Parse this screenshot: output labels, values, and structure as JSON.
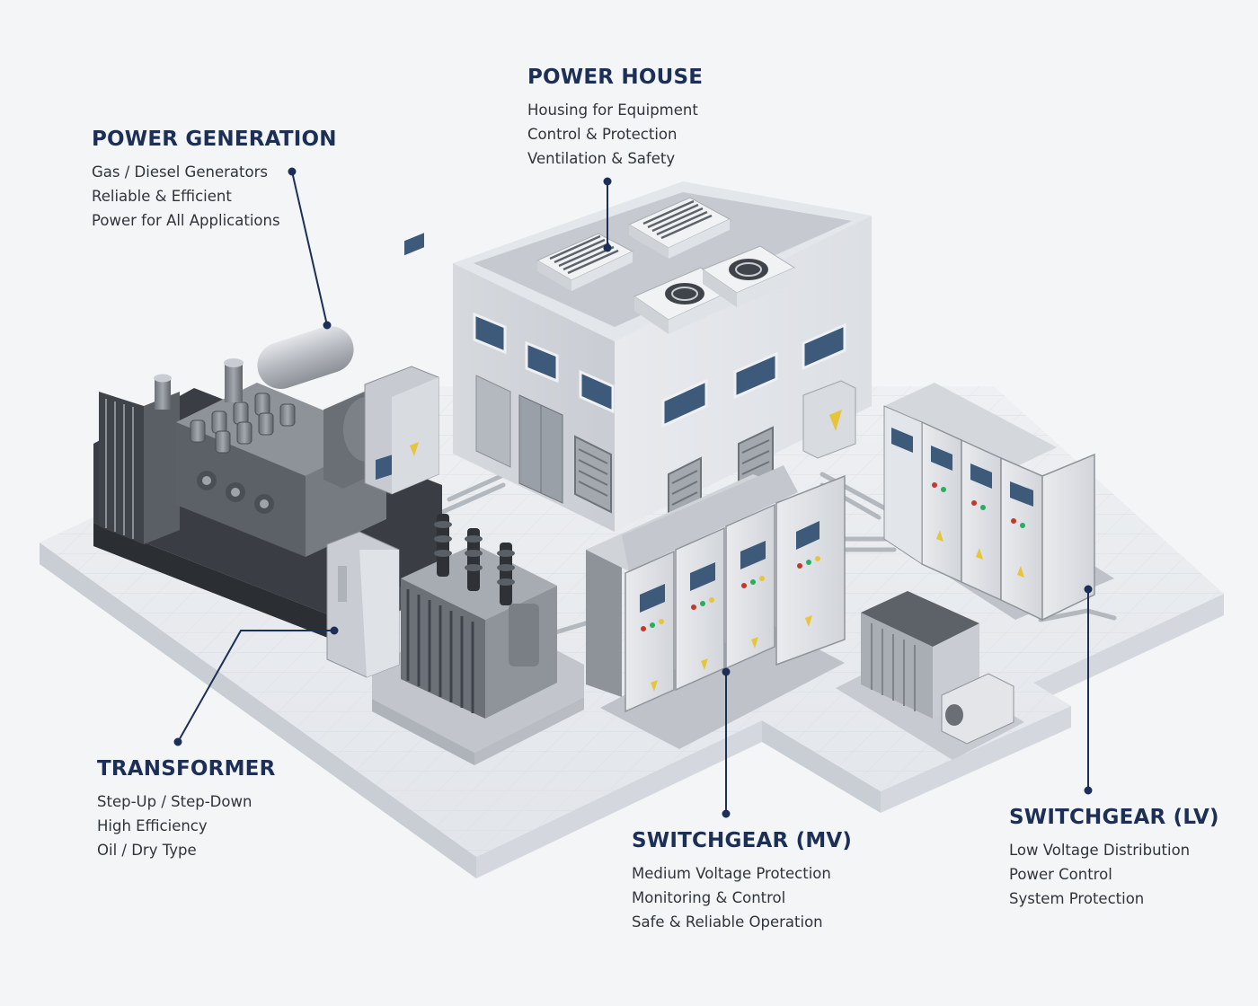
{
  "callouts": {
    "power_generation": {
      "title": "POWER GENERATION",
      "lines": [
        "Gas / Diesel Generators",
        "Reliable & Efficient",
        "Power for All Applications"
      ]
    },
    "power_house": {
      "title": "POWER HOUSE",
      "lines": [
        "Housing for Equipment",
        "Control & Protection",
        "Ventilation & Safety"
      ]
    },
    "transformer": {
      "title": "TRANSFORMER",
      "lines": [
        "Step-Up / Step-Down",
        "High Efficiency",
        "Oil / Dry Type"
      ]
    },
    "switchgear_mv": {
      "title": "SWITCHGEAR (MV)",
      "lines": [
        "Medium Voltage Protection",
        "Monitoring & Control",
        "Safe & Reliable Operation"
      ]
    },
    "switchgear_lv": {
      "title": "SWITCHGEAR (LV)",
      "lines": [
        "Low Voltage Distribution",
        "Power Control",
        "System Protection"
      ]
    }
  },
  "colors": {
    "heading": "#1c2f57",
    "body_text": "#2f343b",
    "leader_line": "#1c2f57",
    "background": "#f4f5f7",
    "platform": "#e4e7ec",
    "equipment": "#8b9097",
    "cabinet": "#dfe2e6",
    "window": "#3d5a7a",
    "warning": "#e7c53a"
  },
  "icons": [
    "warning-icon",
    "fan-icon",
    "vent-icon"
  ]
}
